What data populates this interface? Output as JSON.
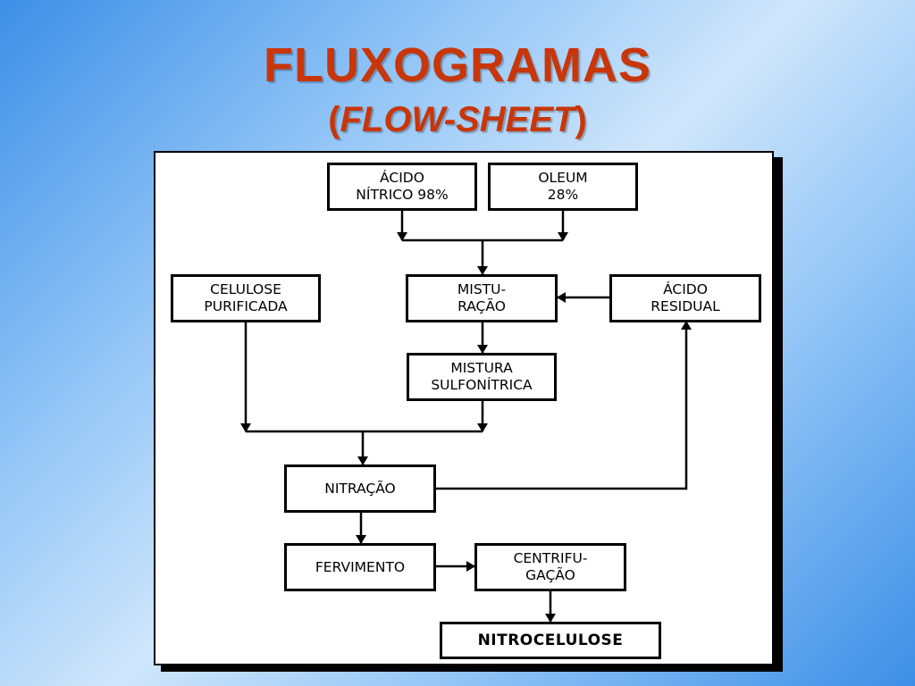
{
  "title": "FLUXOGRAMAS",
  "subtitle": {
    "open": "(",
    "italic": "FLOW-SHEET",
    "close": ")"
  },
  "nodes": {
    "acido_nitrico": "ÁCIDO\nNÍTRICO 98%",
    "oleum": "OLEUM\n28%",
    "celulose": "CELULOSE\nPURIFICADA",
    "mistura_cao": "MISTU-\nRAÇÃO",
    "acido_residual": "ÁCIDO\nRESIDUAL",
    "mistura_sulfonitrica": "MISTURA\nSULFONÍTRICA",
    "nitracao": "NITRAÇÃO",
    "fervimento": "FERVIMENTO",
    "centrifugacao": "CENTRIFU-\nGAÇÃO",
    "nitrocelulose": "NITROCELULOSE"
  },
  "edges": [
    {
      "from": "acido_nitrico",
      "to": "mistura_cao"
    },
    {
      "from": "oleum",
      "to": "mistura_cao"
    },
    {
      "from": "acido_residual",
      "to": "mistura_cao"
    },
    {
      "from": "mistura_cao",
      "to": "mistura_sulfonitrica"
    },
    {
      "from": "celulose",
      "to": "nitracao"
    },
    {
      "from": "mistura_sulfonitrica",
      "to": "nitracao"
    },
    {
      "from": "nitracao",
      "to": "acido_residual"
    },
    {
      "from": "nitracao",
      "to": "fervimento"
    },
    {
      "from": "fervimento",
      "to": "centrifugacao"
    },
    {
      "from": "centrifugacao",
      "to": "nitrocelulose"
    }
  ],
  "colors": {
    "title": "#c8360a",
    "background": "#3d8fe6"
  }
}
